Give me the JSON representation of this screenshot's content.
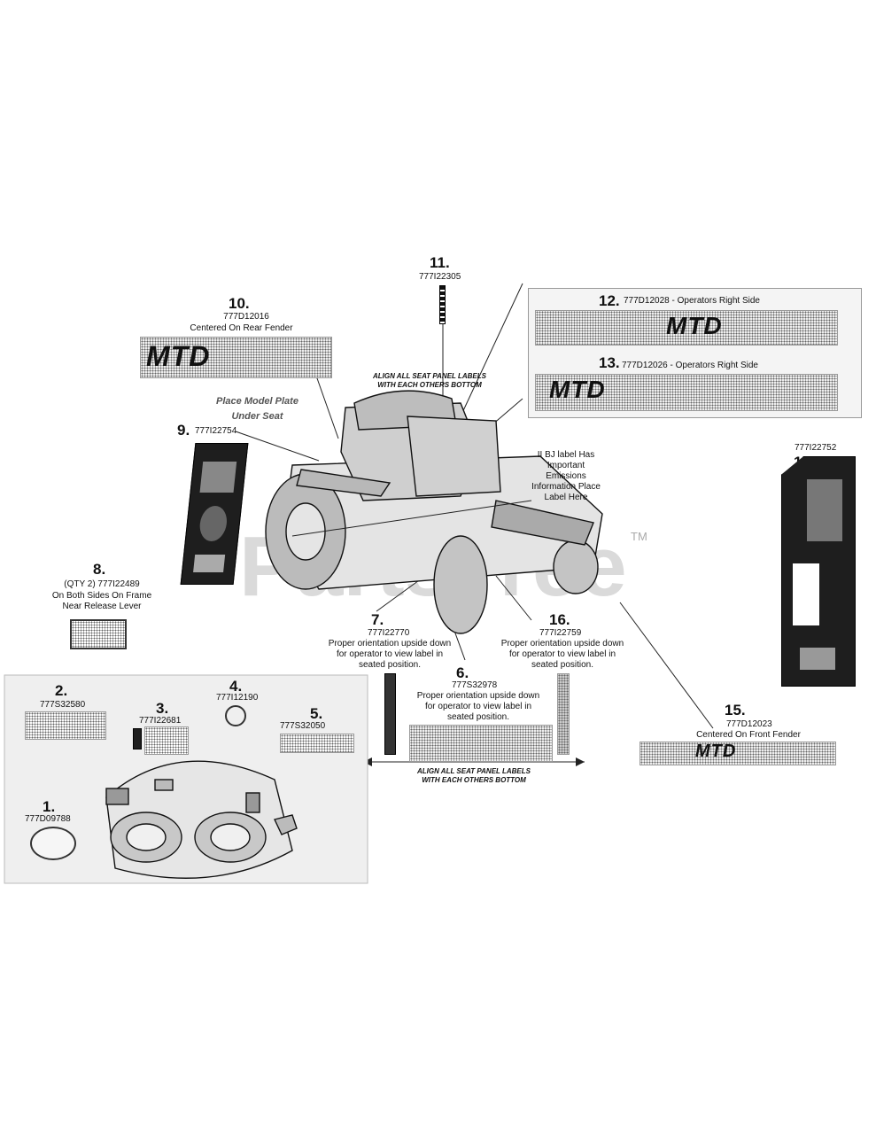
{
  "colors": {
    "background": "#ffffff",
    "ink": "#111111",
    "watermark": "#9a9a9a"
  },
  "watermark": {
    "text": "PartsTree",
    "tm": "TM"
  },
  "callouts": {
    "c1": {
      "num": "1.",
      "code": "777D09788"
    },
    "c2": {
      "num": "2.",
      "code": "777S32580"
    },
    "c3": {
      "num": "3.",
      "code": "777I22681"
    },
    "c4": {
      "num": "4.",
      "code": "777I12190"
    },
    "c5": {
      "num": "5.",
      "code": "777S32050"
    },
    "c6": {
      "num": "6.",
      "code": "777S32978",
      "note": "Proper orientation upside down for operator to view label in seated position."
    },
    "c7": {
      "num": "7.",
      "code": "777I22770",
      "note": "Proper orientation upside down for operator to view label in seated position."
    },
    "c8": {
      "num": "8.",
      "code": "(QTY 2) 777I22489",
      "note": "On Both Sides On Frame Near Release Lever"
    },
    "c9": {
      "num": "9.",
      "code": "777I22754"
    },
    "c10": {
      "num": "10.",
      "code": "777D12016",
      "note": "Centered On Rear Fender"
    },
    "c11": {
      "num": "11.",
      "code": "777I22305"
    },
    "c12": {
      "num": "12.",
      "code": "777D12028 - Operators Right Side"
    },
    "c13": {
      "num": "13.",
      "code": "777D12026 - Operators Right Side"
    },
    "c14": {
      "num": "14.",
      "code": "777I22752"
    },
    "c15": {
      "num": "15.",
      "code": "777D12023",
      "note": "Centered On Front Fender"
    },
    "c16": {
      "num": "16.",
      "code": "777I22759",
      "note": "Proper orientation upside down for operator to view label in seated position."
    }
  },
  "notes": {
    "align_top": "ALIGN ALL SEAT PANEL LABELS WITH EACH OTHERS BOTTOM",
    "align_bottom": "ALIGN ALL SEAT PANEL LABELS WITH EACH OTHERS BOTTOM",
    "place_model": "Place Model Plate Under Seat",
    "emissions": "II BJ label Has Important Emissions Information Place Label Here"
  },
  "decals": {
    "brand": "MTD"
  }
}
